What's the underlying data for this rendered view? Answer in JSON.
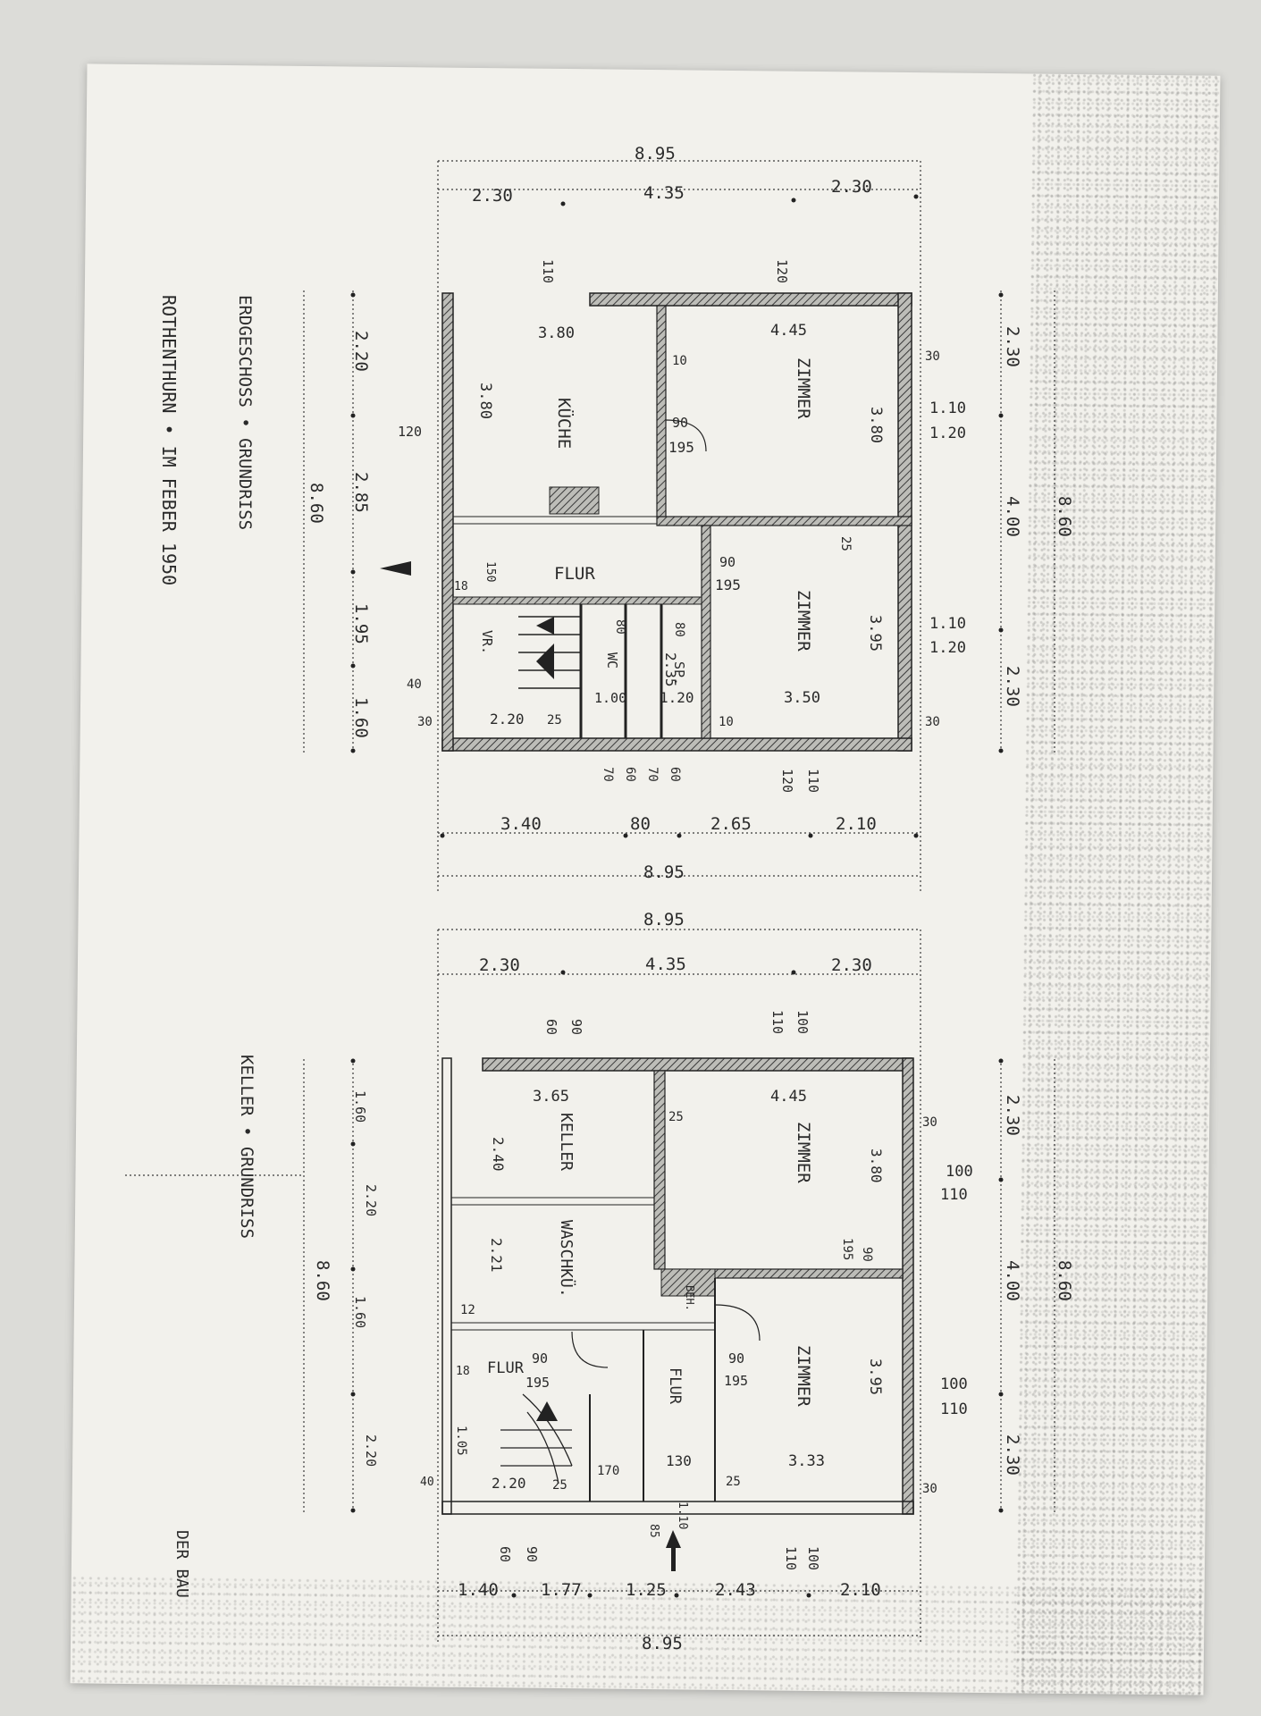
{
  "titles": {
    "erdgeschoss": "ERDGESCHOSS • GRUNDRISS",
    "place_date": "ROTHENTHURN • IM FEBER 1950",
    "keller": "KELLER • GRUNDRISS",
    "signature": "DER BAU"
  },
  "ground_floor": {
    "rooms": {
      "kueche": "KÜCHE",
      "zimmer_top": "ZIMMER",
      "flur": "FLUR",
      "zimmer_bottom": "ZIMMER",
      "vr": "VR.",
      "wc": "WC",
      "sp": "SP."
    },
    "dims": {
      "top_total": "8.95",
      "top_left": "2.30",
      "top_mid": "4.35",
      "top_right": "2.30",
      "bot_total": "8.95",
      "bot_seg1": "3.40",
      "bot_seg2": "80",
      "bot_seg3": "2.65",
      "bot_seg4": "2.10",
      "right_total": "8.60",
      "right_seg1": "2.30",
      "right_seg2": "4.00",
      "right_seg3": "2.30",
      "left_total": "8.60",
      "left_seg1": "2.20",
      "left_seg2": "2.85",
      "left_seg3": "1.95",
      "left_seg4": "1.60",
      "kueche_w": "3.80",
      "kueche_h": "3.80",
      "zimmer_top_w": "4.45",
      "zimmer_top_h": "3.80",
      "zimmer_bot_w": "3.50",
      "zimmer_bot_h": "3.95",
      "win_a": "110",
      "win_b": "120",
      "win_c": "1.10",
      "win_d": "1.20",
      "door_a": "90",
      "door_b": "195",
      "wall_30": "30",
      "wall_25": "25",
      "wall_10": "10",
      "vr_w": "2.20",
      "sp_w": "1.20",
      "sp_h": "2.35",
      "wc_w": "1.00",
      "small_80": "80",
      "small_70": "70",
      "small_60": "60",
      "small_40": "40",
      "small_150": "150",
      "small_18": "18"
    }
  },
  "basement": {
    "rooms": {
      "keller": "KELLER",
      "zimmer_top": "ZIMMER",
      "waschkueche": "WASCHKÜ.",
      "flur_left": "FLUR",
      "flur_mid": "FLUR",
      "zimmer_bottom": "ZIMMER",
      "beh": "BEH."
    },
    "dims": {
      "top_total": "8.95",
      "top_left": "2.30",
      "top_mid": "4.35",
      "top_right": "2.30",
      "bot_total": "8.95",
      "bot_seg1": "1.40",
      "bot_seg2": "1.77",
      "bot_seg3": "1.25",
      "bot_seg4": "2.43",
      "bot_seg5": "2.10",
      "right_total": "8.60",
      "right_seg1": "2.30",
      "right_seg2": "4.00",
      "right_seg3": "2.30",
      "left_total": "8.60",
      "left_seg1": "1.60",
      "left_seg2": "2.20",
      "left_seg3": "1.60",
      "left_seg4": "2.20",
      "keller_w": "3.65",
      "keller_h": "2.40",
      "zimmer_top_w": "4.45",
      "zimmer_top_h": "3.80",
      "zimmer_bot_w": "3.33",
      "zimmer_bot_h": "3.95",
      "wasch_h": "2.21",
      "win_100": "100",
      "win_110": "110",
      "win_90": "90",
      "win_60": "60",
      "door_90": "90",
      "door_195": "195",
      "wall_30": "30",
      "wall_25": "25",
      "wall_12": "12",
      "flur_130": "130",
      "flur_170": "170",
      "flur_105": "1.05",
      "stair_220": "2.20",
      "small_40": "40",
      "small_18": "18",
      "small_85": "85",
      "small_110": "1.10"
    }
  }
}
